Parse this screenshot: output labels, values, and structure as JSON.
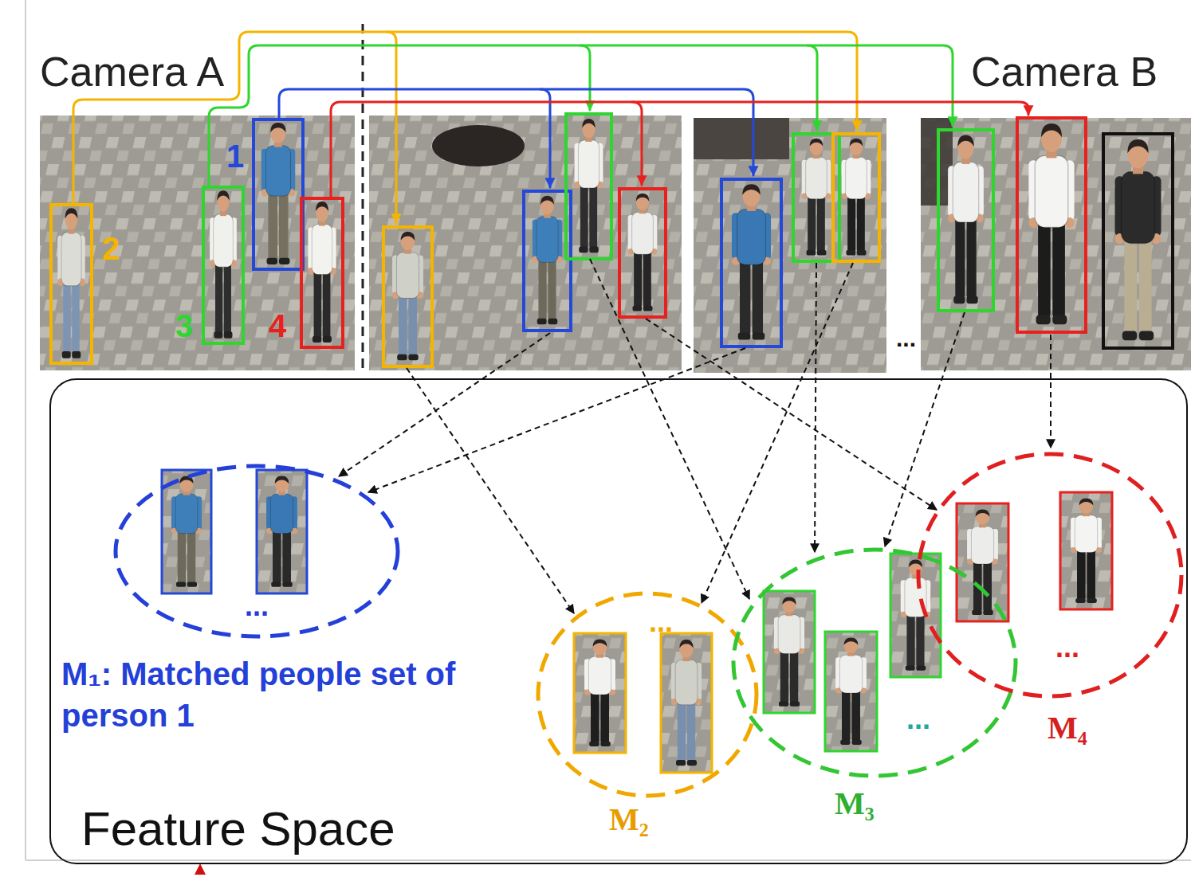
{
  "diagram": {
    "nodes": [
      {
        "text": [
          "1"
        ]
      },
      {
        "text": [
          "2"
        ]
      },
      {
        "text": [
          "3"
        ]
      },
      {
        "text": [
          "4"
        ]
      },
      {
        "text": [
          "Feature Space"
        ]
      },
      {
        "text": [
          "...",
          "M₁: Matched people set of person 1"
        ],
        "in": 4
      },
      {
        "text": [
          "...",
          "M₂"
        ],
        "in": 4
      },
      {
        "text": [
          "...",
          "M₃"
        ],
        "in": 4
      },
      {
        "text": [
          "...",
          "M₄"
        ],
        "in": 4
      }
    ],
    "labels": [
      "Camera A",
      "Camera B",
      "..."
    ]
  }
}
